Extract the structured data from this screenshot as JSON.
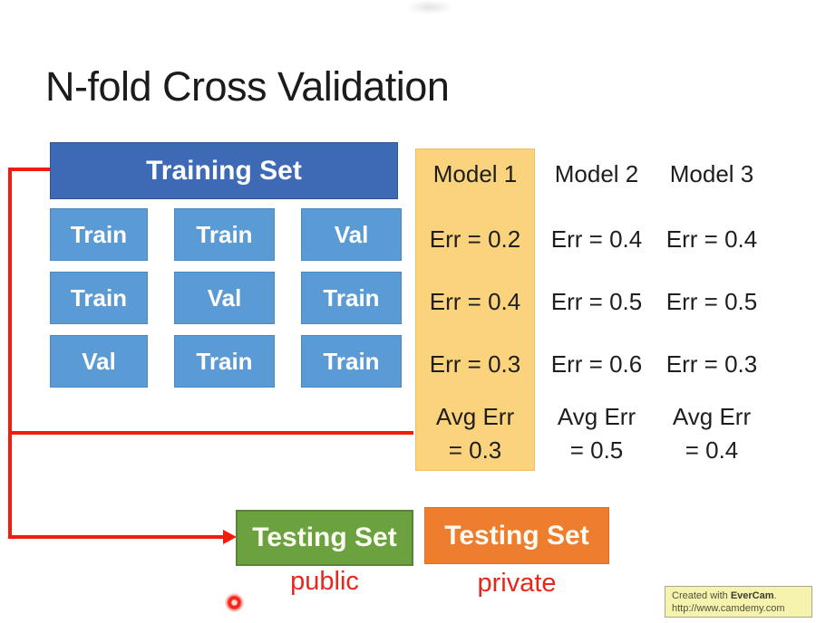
{
  "slide": {
    "title": "N-fold Cross Validation"
  },
  "training": {
    "header": "Training Set",
    "grid": [
      [
        "Train",
        "Train",
        "Val"
      ],
      [
        "Train",
        "Val",
        "Train"
      ],
      [
        "Val",
        "Train",
        "Train"
      ]
    ]
  },
  "models": [
    {
      "name": "Model 1",
      "errors": [
        "Err = 0.2",
        "Err = 0.4",
        "Err = 0.3"
      ],
      "avg_label": "Avg Err",
      "avg_value": "= 0.3",
      "highlighted": true
    },
    {
      "name": "Model 2",
      "errors": [
        "Err = 0.4",
        "Err = 0.5",
        "Err = 0.6"
      ],
      "avg_label": "Avg Err",
      "avg_value": "= 0.5",
      "highlighted": false
    },
    {
      "name": "Model 3",
      "errors": [
        "Err = 0.4",
        "Err = 0.5",
        "Err = 0.3"
      ],
      "avg_label": "Avg Err",
      "avg_value": "= 0.4",
      "highlighted": false
    }
  ],
  "testing": {
    "public_box_label": "Testing Set",
    "public_caption": "public",
    "private_box_label": "Testing Set",
    "private_caption": "private"
  },
  "watermark": {
    "line1_prefix": "Created with ",
    "line1_brand": "EverCam",
    "line1_suffix": ".",
    "line2": "http://www.camdemy.com"
  },
  "colors": {
    "header_blue": "#3e6ab5",
    "cell_blue": "#5b9bd5",
    "highlight_orange": "#fbd37d",
    "testing_green": "#6ba23f",
    "testing_orange": "#ee7d2e",
    "connector_red": "#f31b0c",
    "caption_red": "#e8271b"
  }
}
